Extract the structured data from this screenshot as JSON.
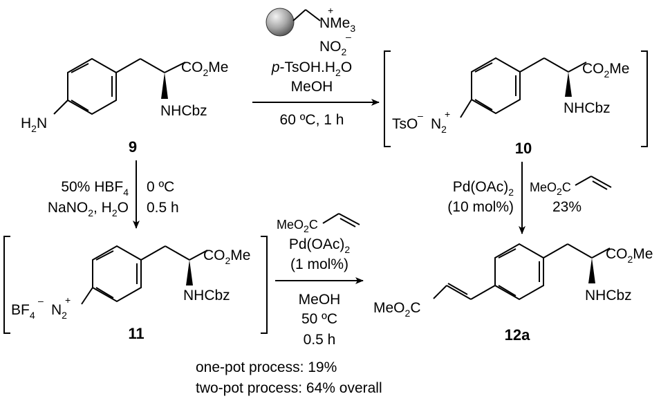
{
  "compound_9": {
    "label": "9",
    "amine": "H",
    "amine_sub": "2",
    "amine_n": "N",
    "ester": "CO",
    "ester_sub": "2",
    "ester_me": "Me",
    "carbamate": "NHCbz"
  },
  "reaction_9_to_10": {
    "resin_ammonium": "NMe",
    "resin_ammonium_sub": "3",
    "resin_charge": "+",
    "nitrite": "NO",
    "nitrite_sub": "2",
    "nitrite_charge": "–",
    "acid_prefix": "p",
    "acid": "-TsOH.H",
    "acid_sub": "2",
    "acid_o": "O",
    "solvent": "MeOH",
    "conditions": "60 ºC, 1 h"
  },
  "compound_10": {
    "label": "10",
    "counterion": "TsO",
    "counterion_charge": "–",
    "diazonium": "N",
    "diazonium_sub": "2",
    "diazonium_charge": "+",
    "ester": "CO",
    "ester_sub": "2",
    "ester_me": "Me",
    "carbamate": "NHCbz"
  },
  "reaction_9_to_11": {
    "acid": "50% HBF",
    "acid_sub": "4",
    "nitrite": "NaNO",
    "nitrite_sub": "2",
    "nitrite_rest": ", H",
    "water_sub": "2",
    "water_o": "O",
    "temperature": "0 ºC",
    "time": "0.5 h"
  },
  "compound_11": {
    "label": "11",
    "counterion": "BF",
    "counterion_sub": "4",
    "counterion_charge": "–",
    "diazonium": "N",
    "diazonium_sub": "2",
    "diazonium_charge": "+",
    "ester": "CO",
    "ester_sub": "2",
    "ester_me": "Me",
    "carbamate": "NHCbz"
  },
  "reaction_11_to_12a": {
    "acrylate_meo": "MeO",
    "acrylate_sub": "2",
    "acrylate_c": "C",
    "catalyst": "Pd(OAc)",
    "catalyst_sub": "2",
    "loading": "(1 mol%)",
    "solvent": "MeOH",
    "temperature": "50 ºC",
    "time": "0.5 h"
  },
  "reaction_10_to_12a": {
    "catalyst": "Pd(OAc)",
    "catalyst_sub": "2",
    "loading": "(10 mol%)",
    "acrylate_meo": "MeO",
    "acrylate_sub": "2",
    "acrylate_c": "C",
    "yield": "23%"
  },
  "compound_12a": {
    "label": "12a",
    "ester_left_meo": "MeO",
    "ester_left_sub": "2",
    "ester_left_c": "C",
    "ester": "CO",
    "ester_sub": "2",
    "ester_me": "Me",
    "carbamate": "NHCbz"
  },
  "summary": {
    "one_pot": "one-pot process: 19%",
    "two_pot": "two-pot process: 64% overall"
  },
  "colors": {
    "ink": "#000000",
    "bead_light": "#f2f2f2",
    "bead_dark": "#555555"
  }
}
